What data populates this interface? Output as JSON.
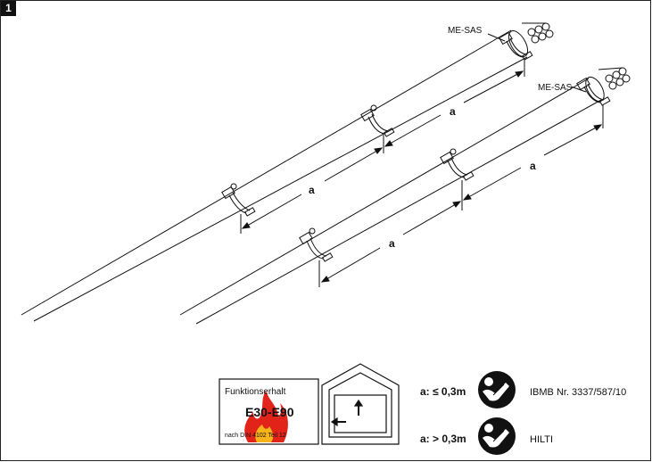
{
  "figure": {
    "number": "1",
    "sleeve_label_1": "ME-SAS",
    "sleeve_label_2": "ME-SAS",
    "dim_a_1": "a",
    "dim_a_2": "a",
    "dim_a_3": "a",
    "dim_a_4": "a"
  },
  "fire_badge": {
    "line1": "Funktionserhalt",
    "line2": "E30-E90",
    "line3": "nach DIN 4102 Teil 12"
  },
  "spacing_rules": [
    {
      "condition": "a: ≤ 0,3m",
      "reference": "IBMB Nr. 3337/587/10",
      "icon": "manual-reader-icon"
    },
    {
      "condition": "a: > 0,3m",
      "reference": "HILTI",
      "icon": "manual-reader-icon"
    }
  ]
}
